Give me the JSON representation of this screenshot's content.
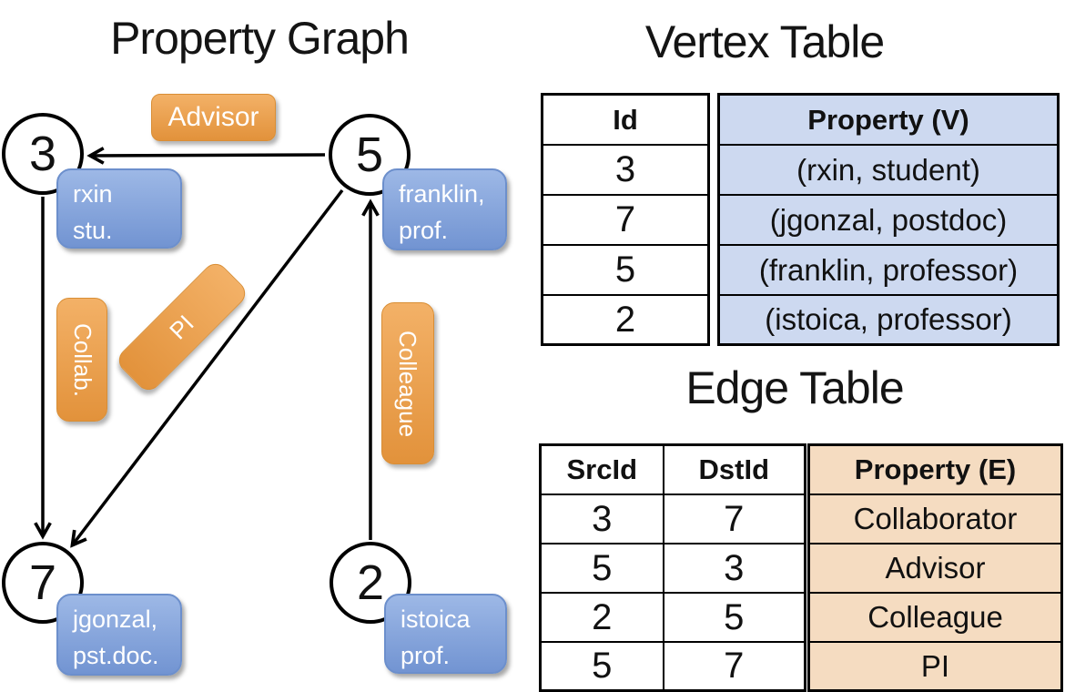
{
  "graph": {
    "title": "Property Graph",
    "nodes": {
      "n3": "3",
      "n5": "5",
      "n7": "7",
      "n2": "2"
    },
    "vertex_labels": {
      "v3": {
        "line1": "rxin",
        "line2": "stu."
      },
      "v5": {
        "line1": "franklin,",
        "line2": "prof."
      },
      "v7": {
        "line1": "jgonzal,",
        "line2": "pst.doc."
      },
      "v2": {
        "line1": "istoica",
        "line2": "prof."
      }
    },
    "edge_labels": {
      "advisor": "Advisor",
      "collab": "Collab.",
      "pi": "PI",
      "colleague": "Colleague"
    }
  },
  "vertex_table": {
    "title": "Vertex Table",
    "id_header": "Id",
    "property_header": "Property (V)",
    "rows": [
      {
        "id": "3",
        "property": "(rxin, student)"
      },
      {
        "id": "7",
        "property": "(jgonzal, postdoc)"
      },
      {
        "id": "5",
        "property": "(franklin, professor)"
      },
      {
        "id": "2",
        "property": "(istoica, professor)"
      }
    ]
  },
  "edge_table": {
    "title": "Edge Table",
    "src_header": "SrcId",
    "dst_header": "DstId",
    "property_header": "Property (E)",
    "rows": [
      {
        "src": "3",
        "dst": "7",
        "property": "Collaborator"
      },
      {
        "src": "5",
        "dst": "3",
        "property": "Advisor"
      },
      {
        "src": "2",
        "dst": "5",
        "property": "Colleague"
      },
      {
        "src": "5",
        "dst": "7",
        "property": "PI"
      }
    ]
  },
  "colors": {
    "edge_label_orange_top": "#f3b167",
    "edge_label_orange_bottom": "#e2923b",
    "vertex_label_blue_top": "#9db8e6",
    "vertex_label_blue_bottom": "#7294d2",
    "vertex_table_property_bg": "#cdd9f0",
    "edge_table_property_bg": "#f5dcc1",
    "line_color": "#000000"
  }
}
